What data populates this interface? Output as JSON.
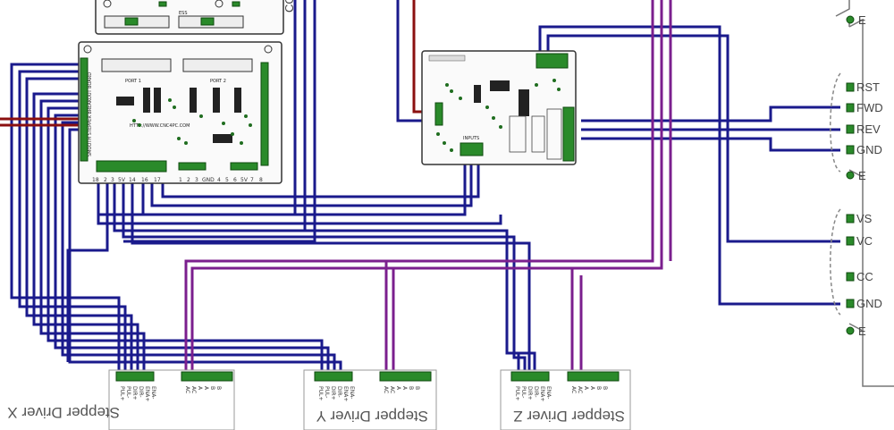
{
  "vfd_terminals": {
    "rst": "RST",
    "fwd": "FWD",
    "rev": "REV",
    "gnd1": "GND",
    "e1": "E",
    "vs": "VS",
    "vc": "VC",
    "cc": "CC",
    "gnd2": "GND",
    "e2": "E",
    "e_top": "E"
  },
  "drivers": [
    {
      "label": "Stepper Driver X",
      "pins": [
        "PUL+",
        "PUL-",
        "DIR+",
        "DIR-",
        "ENA+",
        "ENA-",
        "AC",
        "AC",
        "A",
        "A",
        "B",
        "B"
      ]
    },
    {
      "label": "Stepper Driver Y",
      "pins": [
        "PUL+",
        "PUL-",
        "DIR+",
        "DIR-",
        "ENA+",
        "ENA-",
        "AC",
        "AC",
        "A",
        "A",
        "B",
        "B"
      ]
    },
    {
      "label": "Stepper Driver Z",
      "pins": [
        "PUL+",
        "PUL-",
        "DIR+",
        "DIR-",
        "ENA+",
        "ENA-",
        "AC",
        "AC",
        "A",
        "A",
        "B",
        "B"
      ]
    }
  ],
  "breakout_board": {
    "port1_label": "PORT 1",
    "port2_label": "PORT 2",
    "url": "HTTP://WWW.CNC4PC.COM",
    "pin_labels": [
      "18",
      "2",
      "3",
      "5V",
      "14",
      "16",
      "17",
      "1",
      "2",
      "3",
      "GND",
      "4",
      "5",
      "6",
      "5V",
      "7",
      "8"
    ],
    "side_label": "SMOOTH STEPPER BREAKOUT BOARD"
  },
  "relay_board": {
    "inputs_label": "INPUTS"
  },
  "top_board": {
    "con_label": "CO",
    "label": "ESS"
  }
}
